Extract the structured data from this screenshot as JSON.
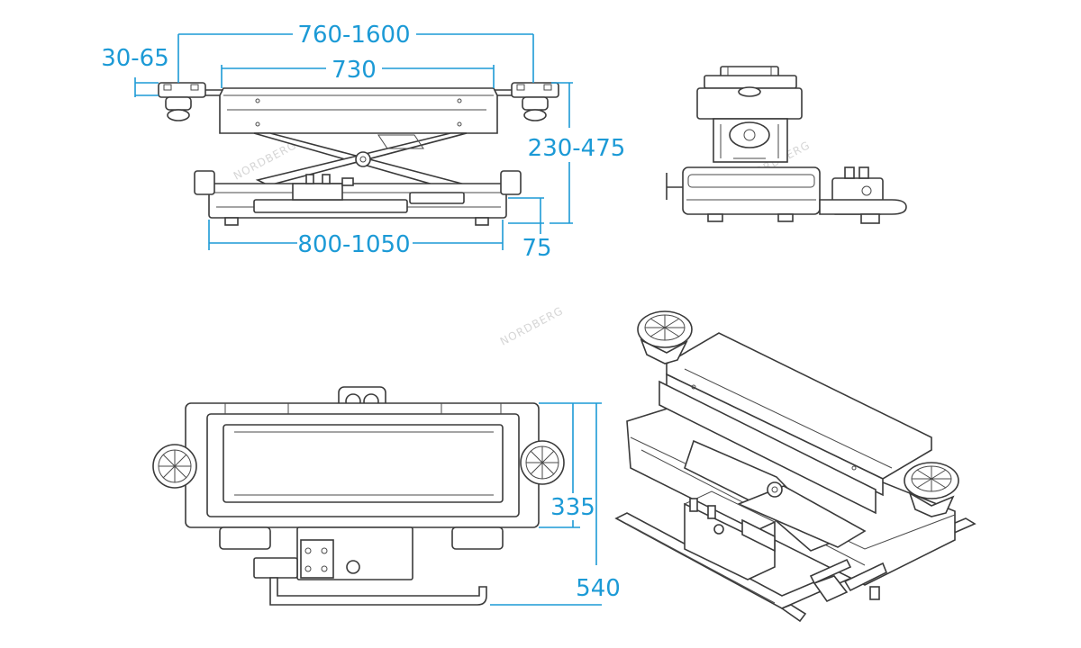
{
  "brand": {
    "watermark": "NORDBERG",
    "dim_color": "#1c9ad6",
    "line_color": "#3a3a3a"
  },
  "dimensions": {
    "pad_height": "30-65",
    "arm_span": "760-1600",
    "platform_length": "730",
    "lift_height": "230-475",
    "base_length": "800-1050",
    "base_height": "75",
    "frame_width": "335",
    "overall_width": "540"
  }
}
